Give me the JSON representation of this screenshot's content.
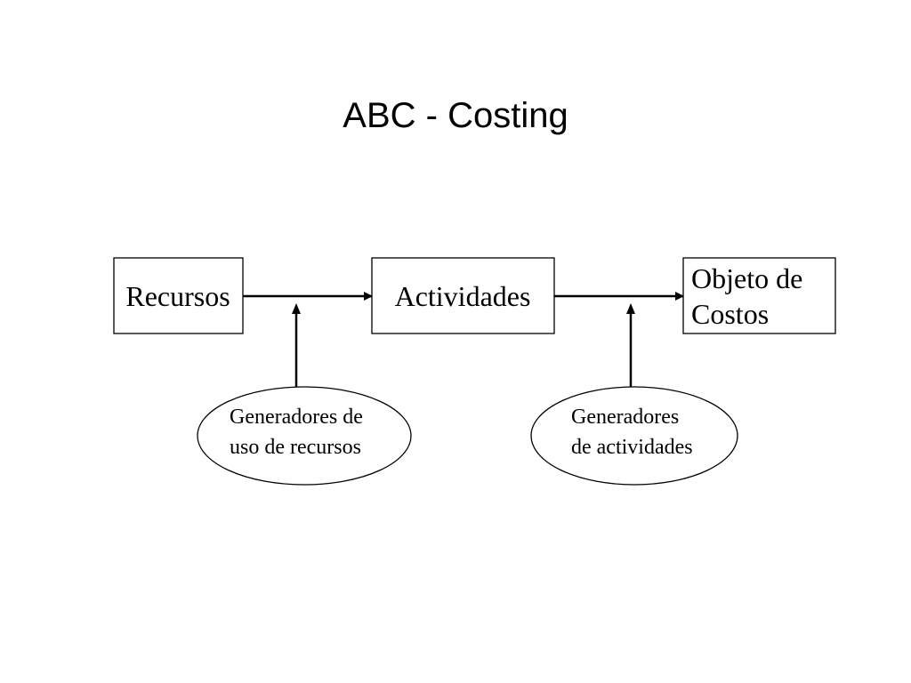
{
  "title": "ABC - Costing",
  "nodes": {
    "recursos": {
      "label": "Recursos"
    },
    "actividades": {
      "label": "Actividades"
    },
    "objeto": {
      "line1": "Objeto de",
      "line2": "Costos"
    }
  },
  "drivers": {
    "recursos": {
      "line1": "Generadores de",
      "line2": "uso de recursos"
    },
    "actividades": {
      "line1": "Generadores",
      "line2": "de actividades"
    }
  },
  "colors": {
    "line": "#000000",
    "background": "#ffffff"
  }
}
